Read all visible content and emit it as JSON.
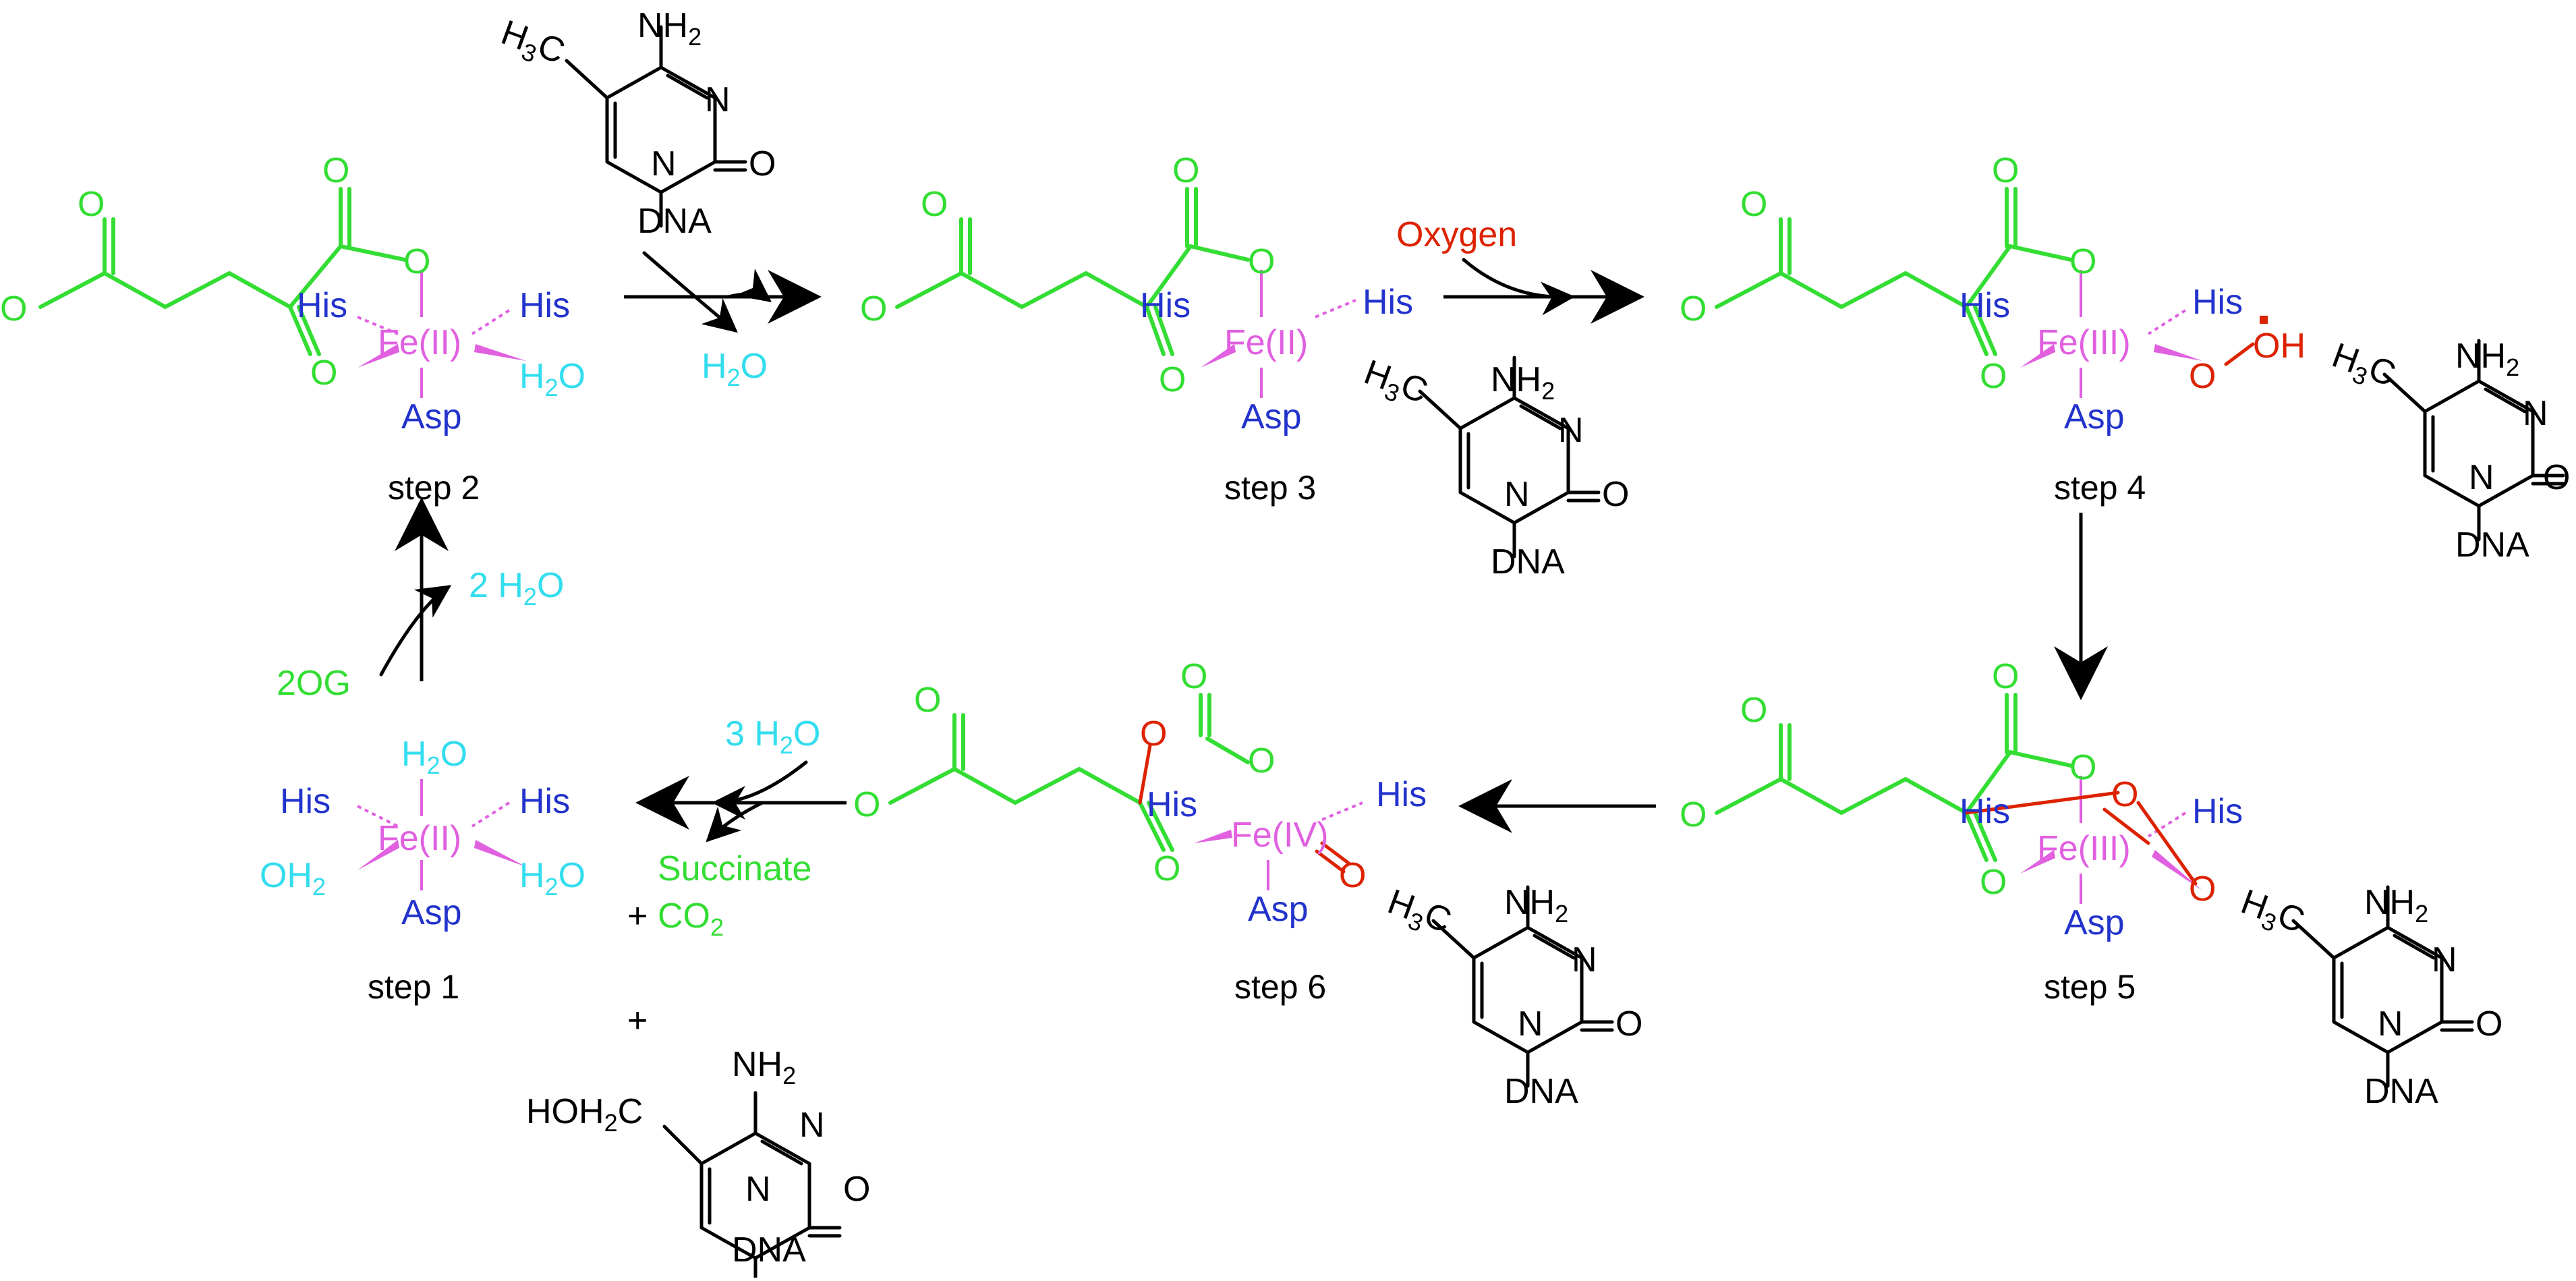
{
  "colors": {
    "fe": "#e060e0",
    "ligand_blue": "#2233cc",
    "water_cyan": "#33ddee",
    "og_green": "#33dd33",
    "oxygen_red": "#dd2200",
    "black": "#000000"
  },
  "labels": {
    "step1": "step 1",
    "step2": "step 2",
    "step3": "step 3",
    "step4": "step 4",
    "step5": "step 5",
    "step6": "step 6",
    "fe2": "Fe(II)",
    "fe3": "Fe(III)",
    "fe4": "Fe(IV)",
    "his": "His",
    "asp": "Asp",
    "h2o": "H2O",
    "oh2": "OH2",
    "o": "O",
    "oh": "OH",
    "n": "N",
    "nh2": "NH2",
    "h3c": "H3C",
    "dna": "DNA",
    "hoh2c": "HOH2C",
    "oxygen": "Oxygen",
    "twoog": "2OG",
    "two_h2o": "2 H2O",
    "three_h2o": "3 H2O",
    "succinate": "Succinate",
    "co2": "CO2",
    "plus": "+"
  }
}
